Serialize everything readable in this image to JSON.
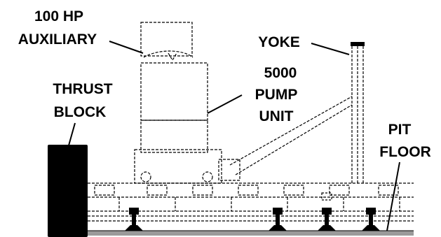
{
  "diagram": {
    "labels": {
      "hp_line1": "100 HP",
      "hp_line2": "AUXILIARY",
      "yoke": "YOKE",
      "pump_line1": "5000",
      "pump_line2": "PUMP",
      "pump_line3": "UNIT",
      "thrust_line1": "THRUST",
      "thrust_line2": "BLOCK",
      "pit_line1": "PIT",
      "pit_line2": "FLOOR"
    },
    "colors": {
      "ink": "#000000",
      "thrust_block": "#000000",
      "floor": "#9a9a9a",
      "background": "#ffffff"
    }
  }
}
